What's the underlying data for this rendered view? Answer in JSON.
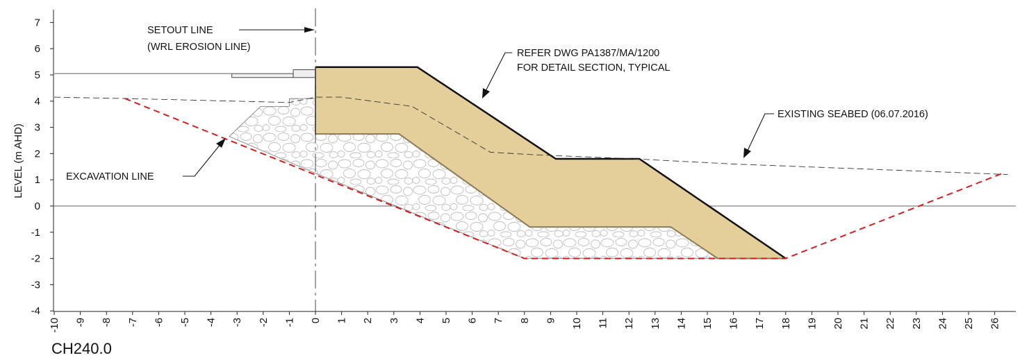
{
  "chart_data": {
    "type": "diagram",
    "chainage_label": "CH240.0",
    "ylabel": "LEVEL (m AHD)",
    "xlim": [
      -10,
      26.5
    ],
    "ylim": [
      -4,
      7
    ],
    "x_ticks": [
      -10,
      -9,
      -8,
      -7,
      -6,
      -5,
      -4,
      -3,
      -2,
      -1,
      0,
      1,
      2,
      3,
      4,
      5,
      6,
      7,
      8,
      9,
      10,
      11,
      12,
      13,
      14,
      15,
      16,
      17,
      18,
      19,
      20,
      21,
      22,
      23,
      24,
      25,
      26
    ],
    "y_ticks": [
      -4,
      -3,
      -2,
      -1,
      0,
      1,
      2,
      3,
      4,
      5,
      6,
      7
    ],
    "annotations": {
      "setout_line": "SETOUT LINE",
      "setout_sub": "(WRL EROSION LINE)",
      "refer_line1": "REFER DWG PA1387/MA/1200",
      "refer_line2": "FOR DETAIL SECTION, TYPICAL",
      "existing_seabed": "EXISTING SEABED (06.07.2016)",
      "excavation_line": "EXCAVATION LINE"
    },
    "armour_layer_outline": [
      [
        0,
        5.3
      ],
      [
        3.9,
        5.3
      ],
      [
        9.2,
        1.8
      ],
      [
        12.4,
        1.8
      ],
      [
        18,
        -2
      ],
      [
        15.4,
        -2
      ],
      [
        13.6,
        -0.8
      ],
      [
        8.2,
        -0.8
      ],
      [
        3.2,
        2.75
      ],
      [
        0,
        2.75
      ]
    ],
    "rock_fill_outline": [
      [
        -3.3,
        2.65
      ],
      [
        -2.1,
        3.8
      ],
      [
        -1,
        3.8
      ],
      [
        -1,
        4.1
      ],
      [
        0,
        4.1
      ],
      [
        0,
        2.75
      ],
      [
        3.2,
        2.75
      ],
      [
        8.2,
        -0.8
      ],
      [
        13.6,
        -0.8
      ],
      [
        15.4,
        -2
      ],
      [
        8,
        -2
      ],
      [
        0,
        1.25
      ]
    ],
    "excavation_line": [
      [
        -7.3,
        4.1
      ],
      [
        8,
        -2
      ],
      [
        18,
        -2
      ],
      [
        26.3,
        1.25
      ]
    ],
    "existing_seabed": [
      [
        -10,
        4.15
      ],
      [
        -7.3,
        4.1
      ],
      [
        -1,
        3.95
      ],
      [
        0,
        4.15
      ],
      [
        1,
        4.15
      ],
      [
        3.7,
        3.8
      ],
      [
        6.7,
        2.05
      ],
      [
        8.5,
        1.95
      ],
      [
        12.2,
        1.8
      ],
      [
        16,
        1.6
      ],
      [
        20,
        1.45
      ],
      [
        24,
        1.3
      ],
      [
        26.5,
        1.2
      ]
    ],
    "existing_seabed_fill": [
      [
        0,
        4.15
      ],
      [
        1,
        4.15
      ],
      [
        3.7,
        3.8
      ],
      [
        6.7,
        2.05
      ],
      [
        8.5,
        1.95
      ]
    ],
    "top_surface": [
      [
        -10,
        5.05
      ],
      [
        0,
        5.05
      ]
    ],
    "setout_x": 0
  }
}
